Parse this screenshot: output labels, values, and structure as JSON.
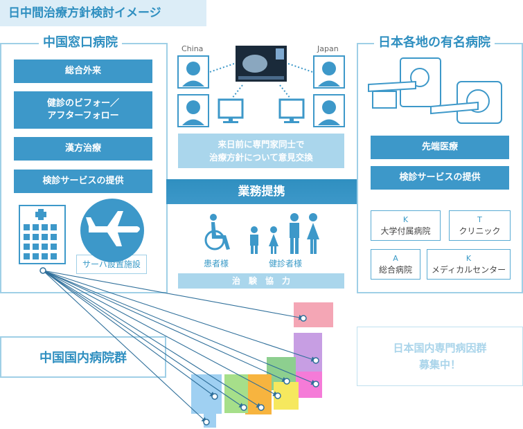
{
  "header": {
    "title": "日中間治療方針検討イメージ"
  },
  "china_panel": {
    "title": "中国窓口病院",
    "services": [
      "総合外来",
      "健診のビフォー／\nアフターフォロー",
      "漢方治療",
      "検診サービスの提供"
    ],
    "server_label": "サーバ設置施設"
  },
  "japan_panel": {
    "title": "日本各地の有名病院",
    "services": [
      "先端医療",
      "検診サービスの提供"
    ],
    "hospitals": [
      {
        "tag": "K",
        "name": "大学付属病院"
      },
      {
        "tag": "T",
        "name": "クリニック"
      },
      {
        "tag": "A",
        "name": "総合病院"
      },
      {
        "tag": "K",
        "name": "メディカルセンター"
      }
    ]
  },
  "center": {
    "china_label": "China",
    "japan_label": "Japan",
    "exchange_text": "来日前に専門家同士で\n治療方針について意見交換",
    "partnership": "業務提携",
    "patient_label": "患者様",
    "checkup_label": "健診者様",
    "trial_label": "治　験　協　力"
  },
  "china_group": {
    "label": "中国国内病院群"
  },
  "japan_group": {
    "label": "日本国内専門病因群\n募集中！"
  },
  "colors": {
    "accent": "#3d98c9",
    "light": "#aad6ec",
    "border": "#9fcfe6",
    "title_bg": "#dcedf7"
  }
}
